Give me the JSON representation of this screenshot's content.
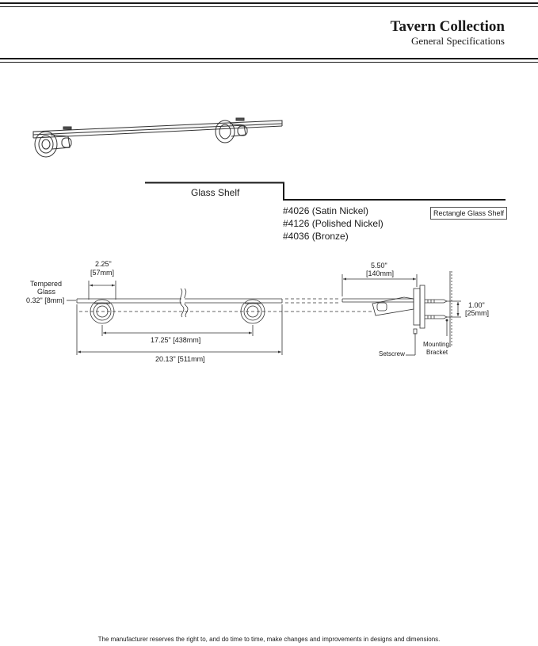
{
  "header": {
    "title": "Tavern Collection",
    "subtitle": "General Specifications"
  },
  "product": {
    "name": "Glass Shelf",
    "tag": "Rectangle Glass Shelf",
    "variants": [
      "#4026 (Satin Nickel)",
      "#4126 (Polished Nickel)",
      "#4036 (Bronze)"
    ]
  },
  "dimensions": {
    "bracket_width": "2.25\"",
    "bracket_width_mm": "[57mm]",
    "glass_label_1": "Tempered",
    "glass_label_2": "Glass",
    "glass_thickness": "0.32\" [8mm]",
    "center_to_center": "17.25\" [438mm]",
    "overall_length": "20.13\" [511mm]",
    "depth": "5.50\"",
    "depth_mm": "[140mm]",
    "height": "1.00\"",
    "height_mm": "[25mm]",
    "setscrew": "Setscrew",
    "mounting_1": "Mounting",
    "mounting_2": "Bracket"
  },
  "footer": {
    "disclaimer": "The manufacturer reserves the right to, and do time to time, make changes and improvements in designs and dimensions."
  }
}
